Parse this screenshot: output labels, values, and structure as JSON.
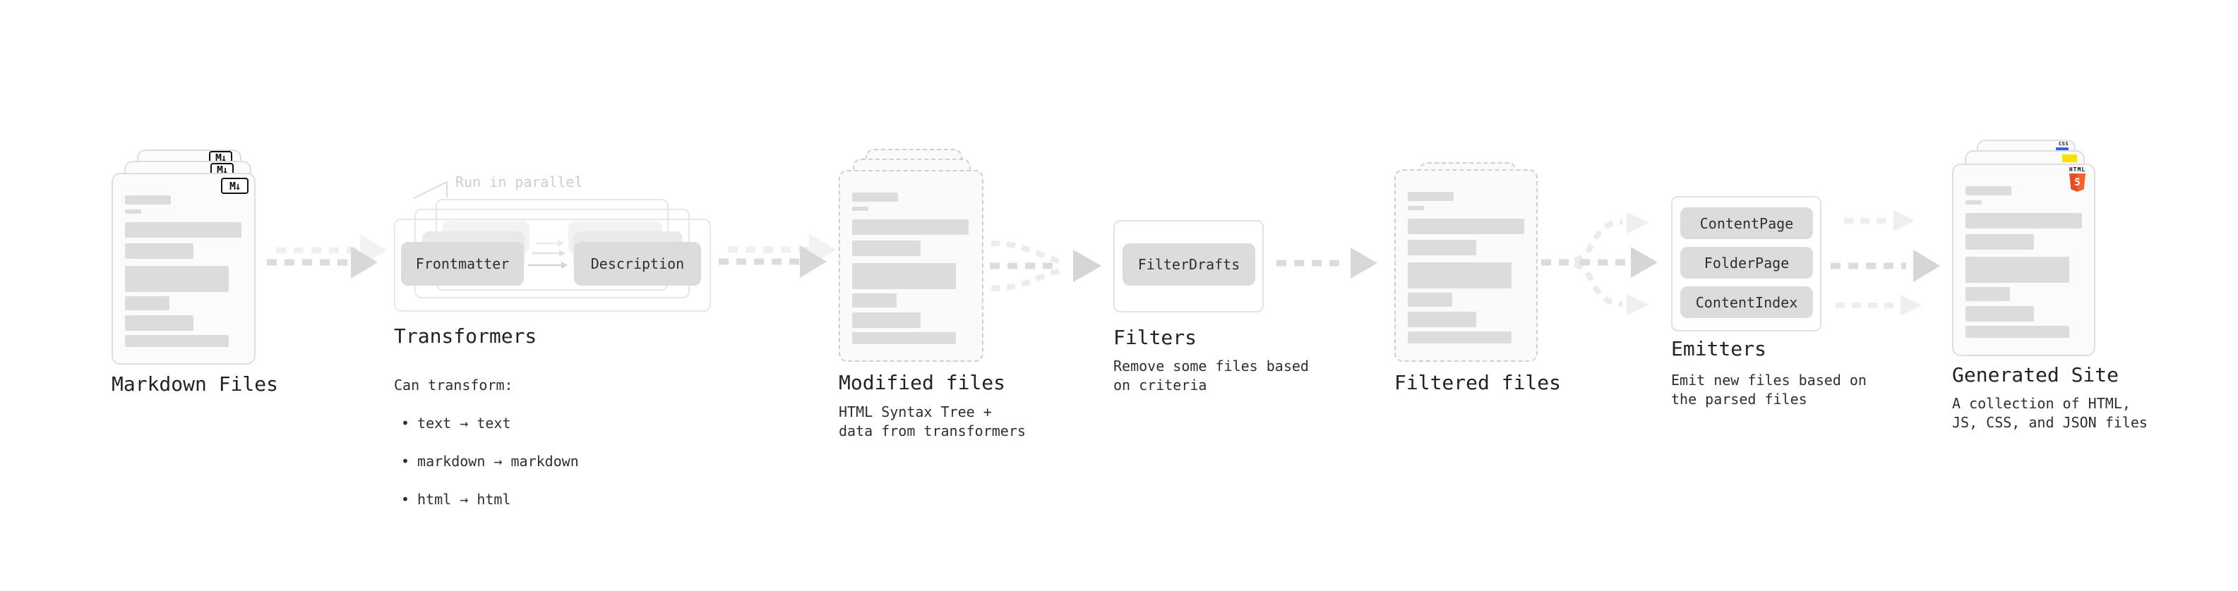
{
  "stages": {
    "markdown_files": {
      "label": "Markdown Files",
      "badge": "M↓"
    },
    "transformers": {
      "label": "Transformers",
      "annotation": "Run in parallel",
      "boxes": [
        "Frontmatter",
        "Description"
      ],
      "note_heading": "Can transform:",
      "bullets": [
        "text → text",
        "markdown → markdown",
        "html → html"
      ]
    },
    "modified_files": {
      "label": "Modified files",
      "note": "HTML Syntax Tree +\ndata from transformers"
    },
    "filters": {
      "label": "Filters",
      "boxes": [
        "FilterDrafts"
      ],
      "note": "Remove some files based\non criteria"
    },
    "filtered_files": {
      "label": "Filtered files"
    },
    "emitters": {
      "label": "Emitters",
      "boxes": [
        "ContentPage",
        "FolderPage",
        "ContentIndex"
      ],
      "note": "Emit new files based on\nthe parsed files"
    },
    "generated_site": {
      "label": "Generated Site",
      "note": "A collection of HTML,\nJS, CSS, and JSON files",
      "badges": {
        "css_label": "CSS",
        "html_label": "HTML",
        "html_number": "5"
      }
    }
  },
  "colors": {
    "badge_black": "#111111",
    "html5_orange": "#e44d26",
    "html5_orange_light": "#f16529",
    "css_blue": "#2a62f5",
    "js_yellow": "#ffdf00",
    "arrow_gray": "#d9d9d9"
  }
}
